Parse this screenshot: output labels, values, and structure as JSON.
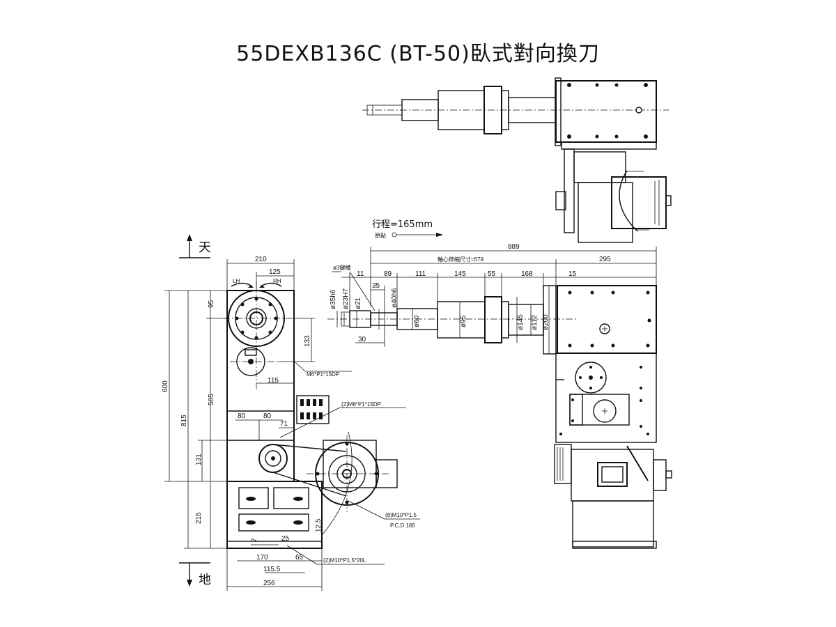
{
  "drawing": {
    "title": "55DEXB136C (BT-50)臥式對向換刀",
    "direction_top": "天",
    "direction_bottom": "地",
    "stroke_note": "行程=165mm",
    "origin_note": "原點",
    "rotation": {
      "left": "LH",
      "right": "RH"
    }
  },
  "dimensions": {
    "front": {
      "d210": "210",
      "d125": "125",
      "d95": "95",
      "d133": "133",
      "d115": "115",
      "d600": "600",
      "d815": "815",
      "d505": "505",
      "d80a": "80",
      "d80b": "80",
      "d71": "71",
      "d131": "131",
      "d215": "215",
      "d12_5": "12.5",
      "d7": "7",
      "d25": "25",
      "d170": "170",
      "d65": "65",
      "d115_5": "115.5",
      "d256": "256"
    },
    "side": {
      "d889": "889",
      "d579": "軸心伸縮尺寸=579",
      "d295": "295",
      "d11": "11",
      "d89": "89",
      "d111": "111",
      "d145": "145",
      "d55": "55",
      "d168": "168",
      "d15": "15",
      "d35": "35",
      "d30": "30",
      "dia3": "ø3鍵槽",
      "dia35h6": "ø35h6",
      "dia23H7": "ø23H7",
      "dia21": "ø21",
      "dia40h6": "ø40h6",
      "dia60": "ø60",
      "dia95": "ø95",
      "dia145": "ø145",
      "dia112": "ø112",
      "dia200": "ø200"
    }
  },
  "notes": {
    "m6_single": "M6*P1*15DP",
    "m6_double": "(2)M6*P1*15DP",
    "m10_eight": "(8)M10*P1.5",
    "pcd": "P.C.D  165",
    "m10_two": "(2)M10*P1.5*20L"
  }
}
